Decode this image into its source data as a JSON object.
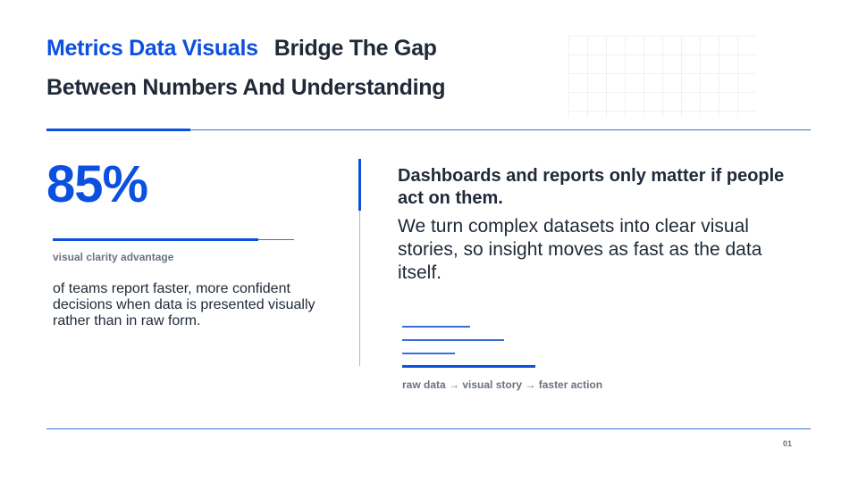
{
  "title": {
    "accent": "Metrics Data Visuals",
    "part1": "Bridge The Gap",
    "part2": "Between Numbers And Understanding"
  },
  "stat": {
    "value": "85%",
    "label": "visual clarity advantage",
    "bar_fill_fraction": 0.85,
    "description": "of teams report faster, more confident decisions when data is presented visually rather than in raw form."
  },
  "message": {
    "headline": "Dashboards and reports only matter if people act on them.",
    "body": "We turn complex datasets into clear visual stories, so insight moves as fast as the data itself."
  },
  "flow": {
    "label": "raw data → visual story → faster action"
  },
  "footer": {
    "page_number": "01"
  },
  "colors": {
    "accent": "#0b50e0",
    "text": "#1f2937",
    "muted": "#6b7280"
  }
}
